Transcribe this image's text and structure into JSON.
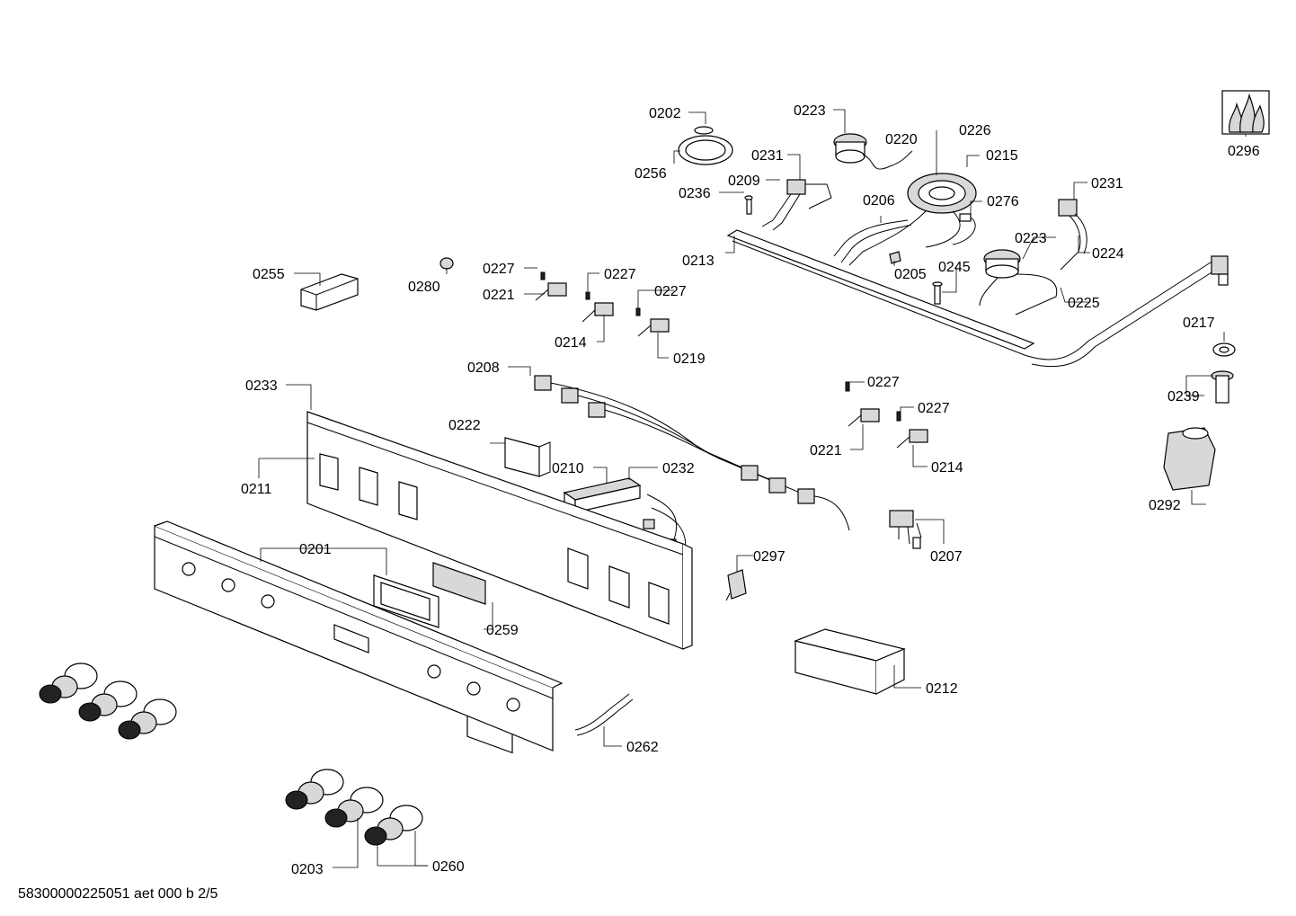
{
  "diagram": {
    "footer_code": "58300000225051 aet 000 b 2/5",
    "labels": {
      "l0202": "0202",
      "l0223a": "0223",
      "l0220": "0220",
      "l0226": "0226",
      "l0215": "0215",
      "l0256": "0256",
      "l0231a": "0231",
      "l0209": "0209",
      "l0236": "0236",
      "l0206": "0206",
      "l0276": "0276",
      "l0231b": "0231",
      "l0223b": "0223",
      "l0224": "0224",
      "l0213": "0213",
      "l0205": "0205",
      "l0245": "0245",
      "l0225": "0225",
      "l0255": "0255",
      "l0280": "0280",
      "l0227a": "0227",
      "l0227b": "0227",
      "l0221a": "0221",
      "l0227c": "0227",
      "l0214a": "0214",
      "l0219": "0219",
      "l0217": "0217",
      "l0239": "0239",
      "l0292": "0292",
      "l0296": "0296",
      "l0233": "0233",
      "l0208": "0208",
      "l0227d": "0227",
      "l0227e": "0227",
      "l0221b": "0221",
      "l0214b": "0214",
      "l0222": "0222",
      "l0211": "0211",
      "l0210": "0210",
      "l0232": "0232",
      "l0207": "0207",
      "l0201": "0201",
      "l0297": "0297",
      "l0259": "0259",
      "l0212": "0212",
      "l0262": "0262",
      "l0203": "0203",
      "l0260": "0260"
    }
  }
}
